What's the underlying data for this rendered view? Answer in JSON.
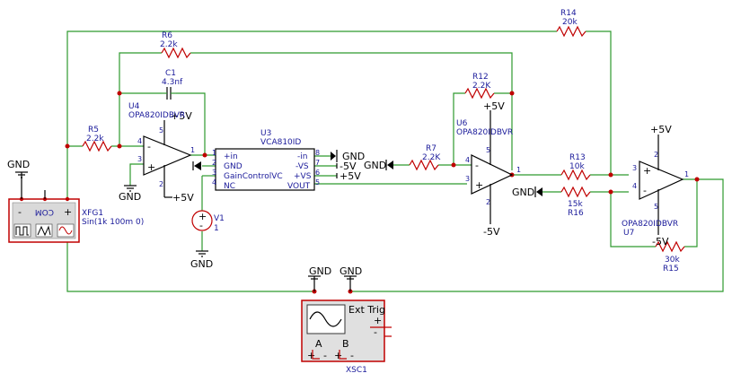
{
  "labels": {
    "r14": "R14",
    "r14_val": "20k",
    "r6": "R6",
    "r6_val": "2.2k",
    "c1": "C1",
    "c1_val": "4.3nf",
    "r12": "R12",
    "r12_val": "2.2K",
    "u4": "U4",
    "u4_part": "OPA820IDBVR",
    "u3": "U3",
    "u3_part": "VCA810ID",
    "u6": "U6",
    "u6_part": "OPA820IDBVR",
    "r5": "R5",
    "r5_val": "2.2k",
    "r7": "R7",
    "r7_val": "2.2K",
    "r13": "R13",
    "r13_val": "10k",
    "r16": "R16",
    "r16_val": "15k",
    "r15": "R15",
    "r15_val": "30k",
    "u7": "U7",
    "u7_part": "OPA820IDBVR",
    "v1": "V1",
    "v1_val": "1",
    "xfg1": "XFG1",
    "xfg1_sig": "Sin(1k 100m 0)",
    "xsc1": "XSC1",
    "ext_trig": "Ext Trig",
    "ch_a": "A",
    "ch_b": "B",
    "com": "COM",
    "gnd": "GND",
    "p5v": "+5V",
    "m5v": "-5V",
    "plus": "+",
    "minus": "-",
    "vca_pins": [
      "+in",
      "GND",
      "GainControlVC",
      "NC",
      "-in",
      "-VS",
      "+VS",
      "VOUT"
    ],
    "pin_nums": [
      "1",
      "2",
      "3",
      "4",
      "5",
      "6",
      "7",
      "8"
    ]
  }
}
